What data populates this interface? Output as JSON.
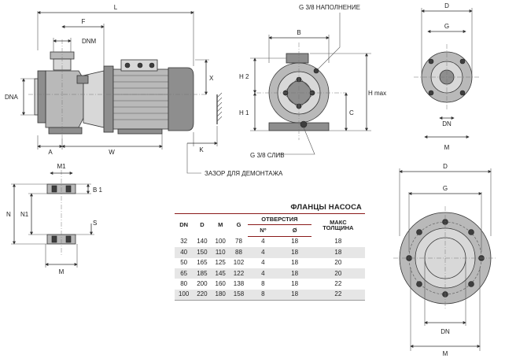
{
  "labels": {
    "L": "L",
    "F": "F",
    "DNM": "DNM",
    "DNA": "DNA",
    "A": "A",
    "W": "W",
    "K": "K",
    "X": "X",
    "B": "B",
    "H2": "H 2",
    "H1": "H 1",
    "Hmax": "H max",
    "C": "C",
    "fill_port": "G 3/8  НАПОЛНЕНИЕ",
    "drain_port": "G 3/8 СЛИВ",
    "clearance": "ЗАЗОР ДЛЯ ДЕМОНТАЖА",
    "D_top": "D",
    "G_top": "G",
    "DN_top": "DN",
    "M_top": "M",
    "M1": "M1",
    "B1": "B 1",
    "N": "N",
    "N1": "N1",
    "S": "S",
    "M_side": "M",
    "D_big": "D",
    "G_big": "G",
    "DN_big": "DN",
    "M_big": "M"
  },
  "table": {
    "title": "ФЛАНЦЫ НАСОСА",
    "headers": {
      "dn": "DN",
      "d": "D",
      "m": "M",
      "g": "G",
      "holes": "ОТВЕРСТИЯ",
      "count": "Nº",
      "dia": "Ø",
      "max1": "МАКС",
      "max2": "ТОЛЩИНА"
    },
    "rows": [
      [
        "32",
        "140",
        "100",
        "78",
        "4",
        "18",
        "18"
      ],
      [
        "40",
        "150",
        "110",
        "88",
        "4",
        "18",
        "18"
      ],
      [
        "50",
        "165",
        "125",
        "102",
        "4",
        "18",
        "20"
      ],
      [
        "65",
        "185",
        "145",
        "122",
        "4",
        "18",
        "20"
      ],
      [
        "80",
        "200",
        "160",
        "138",
        "8",
        "18",
        "22"
      ],
      [
        "100",
        "220",
        "180",
        "158",
        "8",
        "18",
        "22"
      ]
    ]
  }
}
